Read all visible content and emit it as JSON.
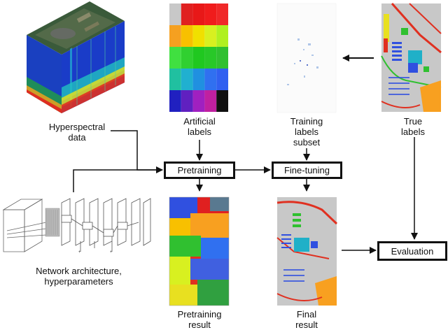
{
  "labels": {
    "hyperspectral_line1": "Hyperspectral",
    "hyperspectral_line2": "data",
    "artificial_line1": "Artificial",
    "artificial_line2": "labels",
    "training_line1": "Training",
    "training_line2": "labels",
    "training_line3": "subset",
    "true_line1": "True",
    "true_line2": "labels",
    "network_line1": "Network architecture,",
    "network_line2": "hyperparameters",
    "pretrain_result_line1": "Pretraining",
    "pretrain_result_line2": "result",
    "final_line1": "Final",
    "final_line2": "result"
  },
  "boxes": {
    "pretraining": "Pretraining",
    "finetuning": "Fine-tuning",
    "evaluation": "Evaluation"
  },
  "artificial_palette": [
    [
      "#c8c8c8",
      "#e02020",
      "#e81818",
      "#f01c1c",
      "#f02828"
    ],
    [
      "#f5a020",
      "#f8c000",
      "#f0e000",
      "#d8f020",
      "#b0f020"
    ],
    [
      "#40e040",
      "#30d030",
      "#20c820",
      "#28c828",
      "#30c030"
    ],
    [
      "#20c0a0",
      "#20b0d0",
      "#2090e0",
      "#3070f0",
      "#3060f0"
    ],
    [
      "#2020c0",
      "#6020c0",
      "#a020c0",
      "#c020a0",
      "#101010"
    ]
  ],
  "colors": {
    "grey_bg": "#c8c8c8",
    "road_red": "#e03020",
    "orange": "#f8a020",
    "green": "#30c030",
    "blue": "#3050e0",
    "cyan": "#20b0c8",
    "yellow": "#e8e020"
  }
}
